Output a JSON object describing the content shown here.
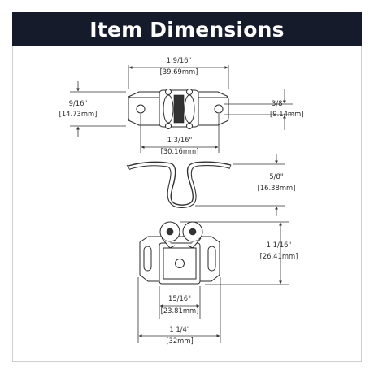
{
  "title": "Item Dimensions",
  "dimensions": {
    "top_width": {
      "fraction": "1 9/16\"",
      "metric": "[39.69mm]"
    },
    "top_depth": {
      "fraction": "9/16\"",
      "metric": "[14.73mm]"
    },
    "top_hole": {
      "fraction": "3/8\"",
      "metric": "[9.14mm]"
    },
    "top_hole_spacing": {
      "fraction": "1 3/16\"",
      "metric": "[30.16mm]"
    },
    "spring_height": {
      "fraction": "5/8\"",
      "metric": "[16.38mm]"
    },
    "front_height": {
      "fraction": "1 1/16\"",
      "metric": "[26.41mm]"
    },
    "front_inner": {
      "fraction": "15/16\"",
      "metric": "[23.81mm]"
    },
    "front_width": {
      "fraction": "1 1/4\"",
      "metric": "[32mm]"
    }
  }
}
